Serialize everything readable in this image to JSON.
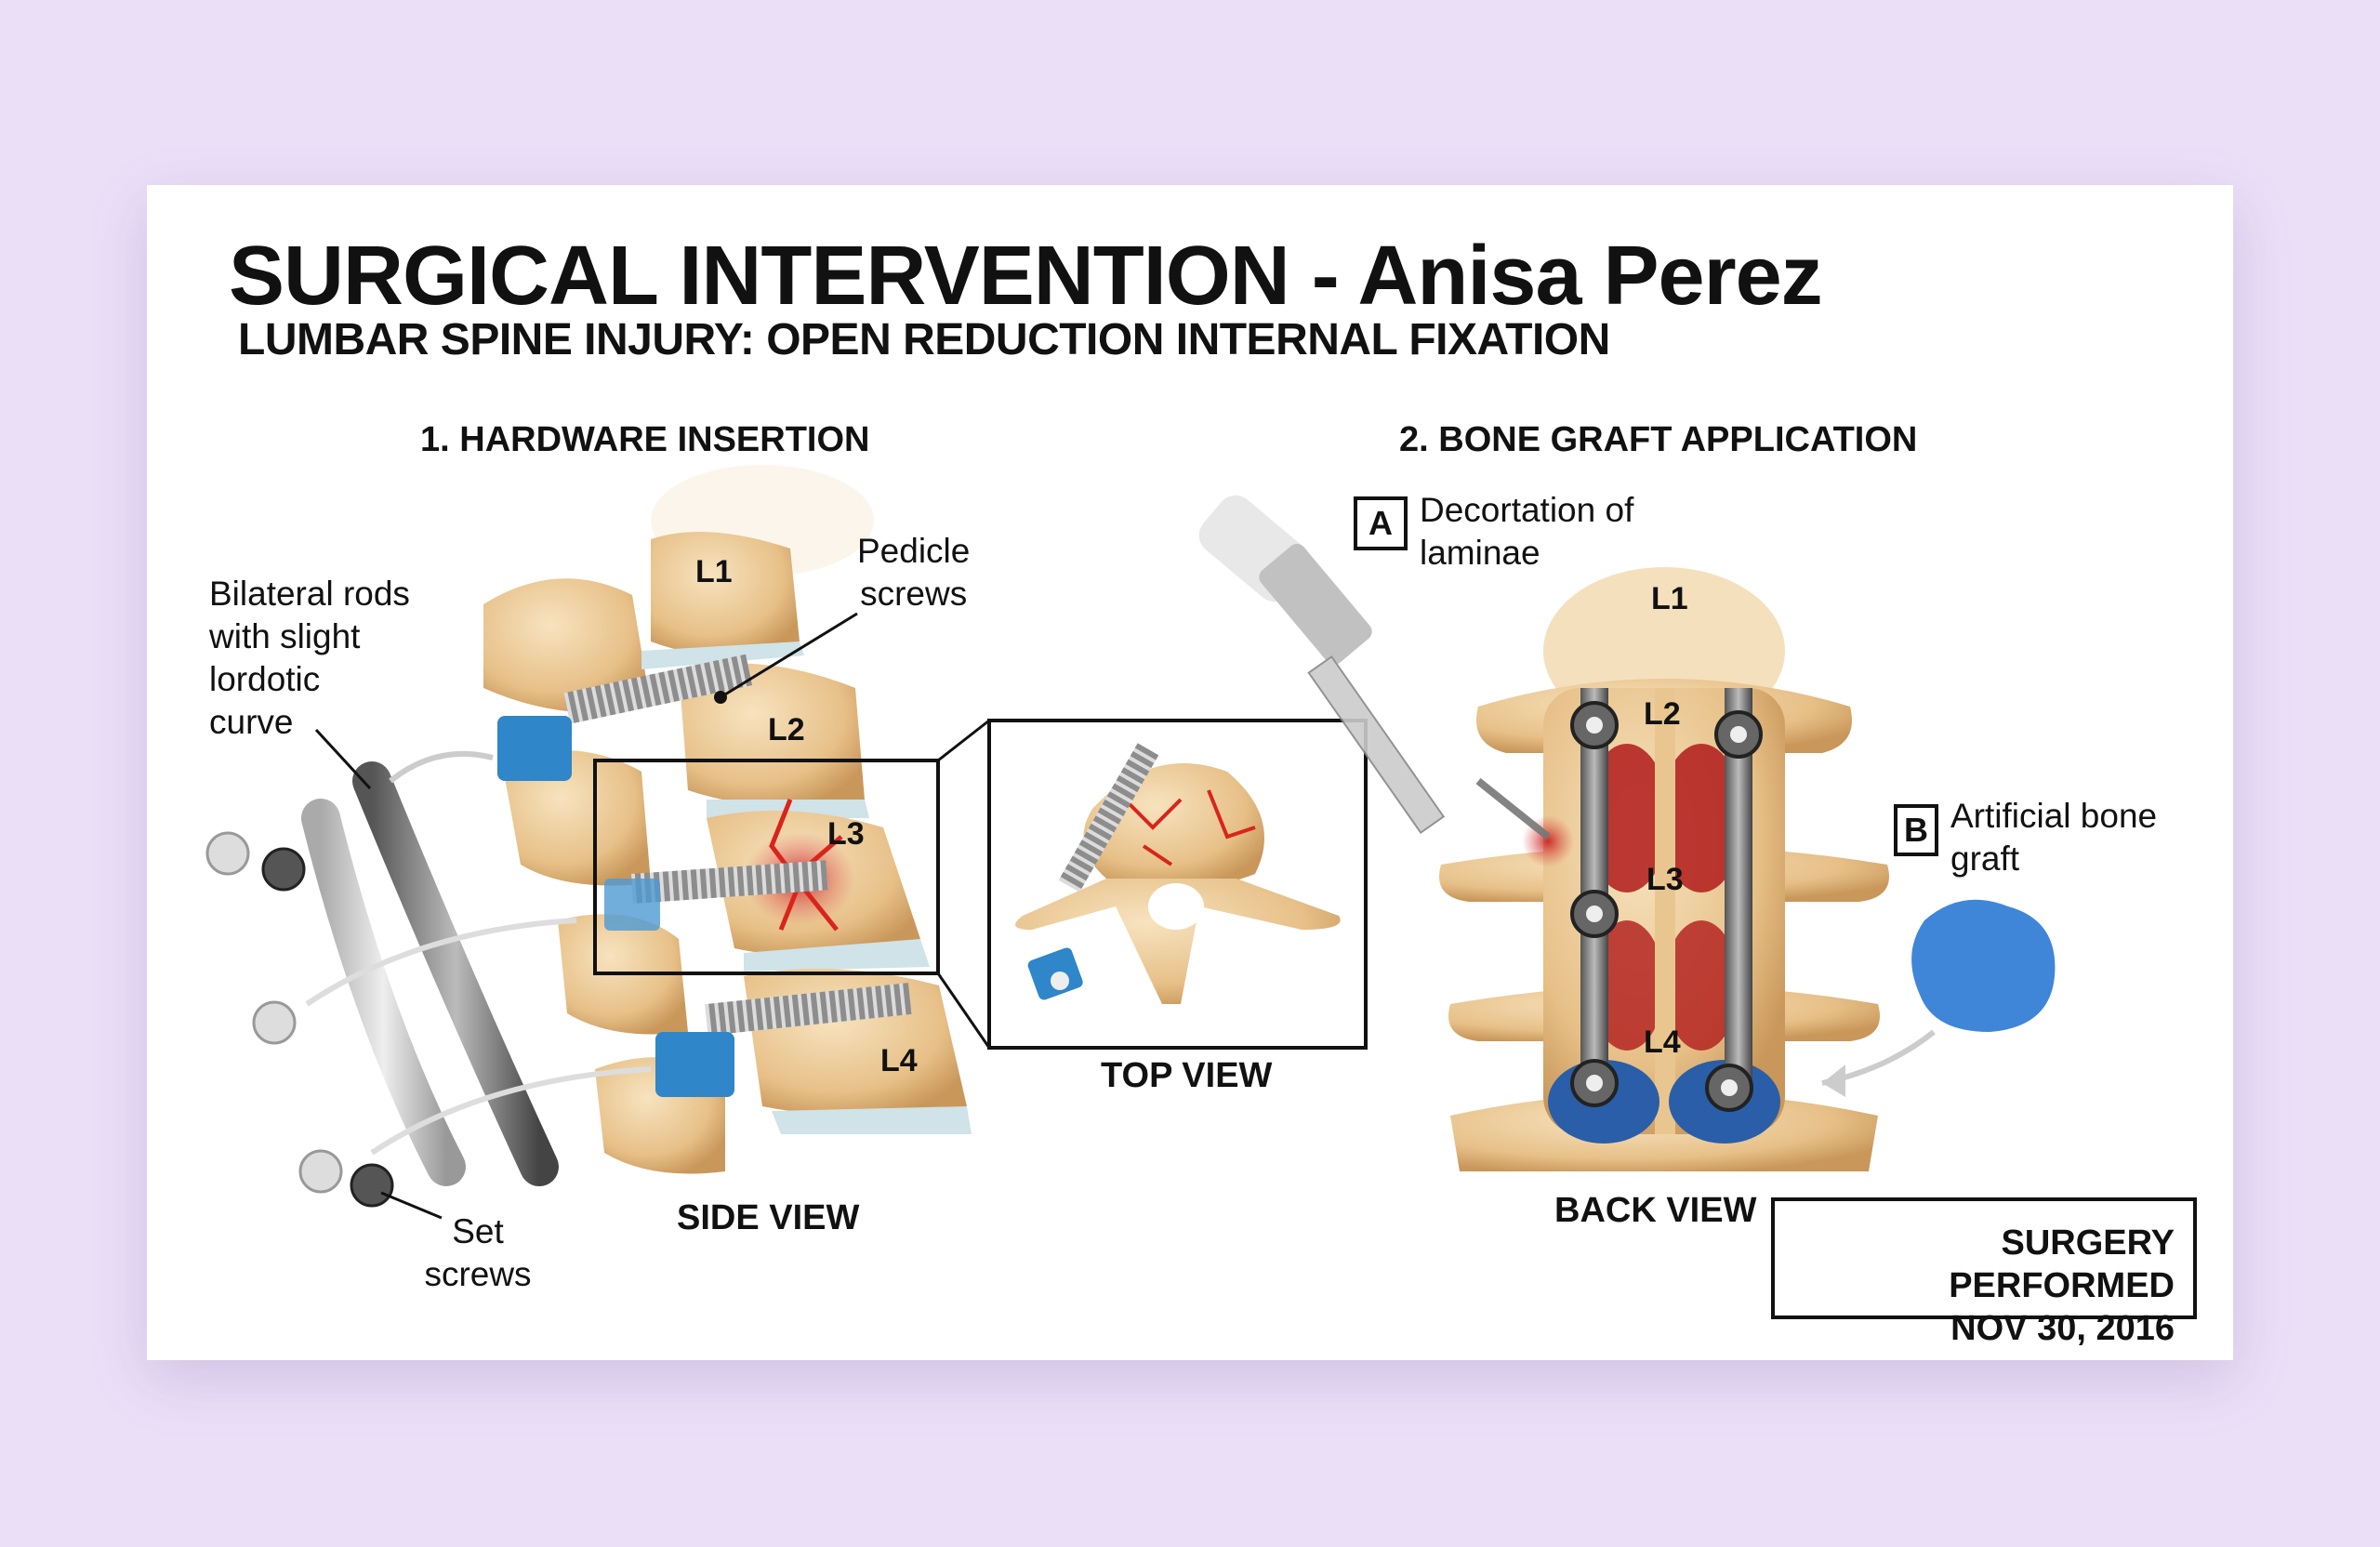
{
  "header": {
    "title": "SURGICAL INTERVENTION - Anisa Perez",
    "subtitle": "LUMBAR SPINE INJURY: OPEN REDUCTION INTERNAL FIXATION"
  },
  "section1": {
    "heading": "1. HARDWARE INSERTION",
    "rods_label": [
      "Bilateral rods",
      "with slight",
      "lordotic",
      "curve"
    ],
    "screws_label": [
      "Pedicle",
      "screws"
    ],
    "set_screws_label": [
      "Set",
      "screws"
    ],
    "vertebrae": [
      "L1",
      "L2",
      "L3",
      "L4"
    ],
    "side_view": "SIDE VIEW",
    "top_view": "TOP VIEW"
  },
  "section2": {
    "heading": "2. BONE GRAFT APPLICATION",
    "step_a": {
      "letter": "A",
      "label": [
        "Decortation of",
        "laminae"
      ]
    },
    "step_b": {
      "letter": "B",
      "label": [
        "Artificial bone",
        "graft"
      ]
    },
    "vertebrae": [
      "L1",
      "L2",
      "L3",
      "L4"
    ],
    "back_view": "BACK VIEW"
  },
  "surgery": {
    "line1": "SURGERY PERFORMED",
    "date": "NOV 30, 2016"
  },
  "colors": {
    "background": "#ebdff8",
    "bone": "#e9c690",
    "screw_head": "#2f86c9",
    "fracture": "#e02a1f",
    "graft": "#3f86d8"
  }
}
